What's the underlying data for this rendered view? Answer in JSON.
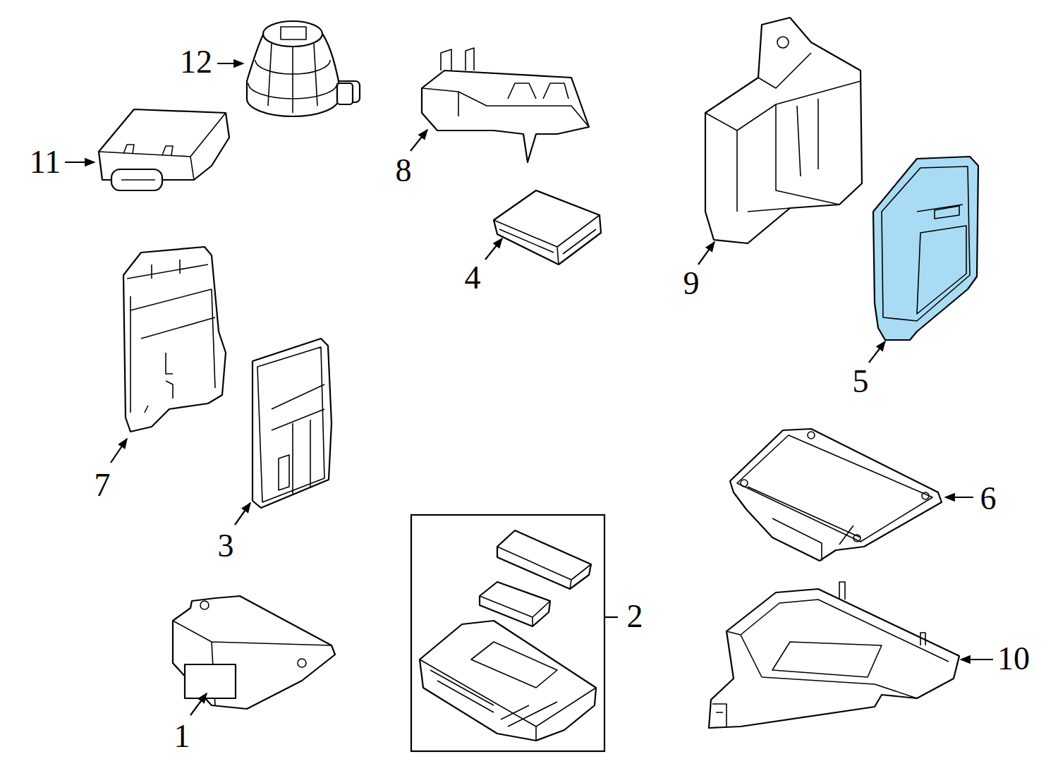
{
  "diagram": {
    "labels": [
      "12",
      "11",
      "8",
      "4",
      "9",
      "5",
      "7",
      "3",
      "6",
      "2",
      "10",
      "1"
    ]
  }
}
